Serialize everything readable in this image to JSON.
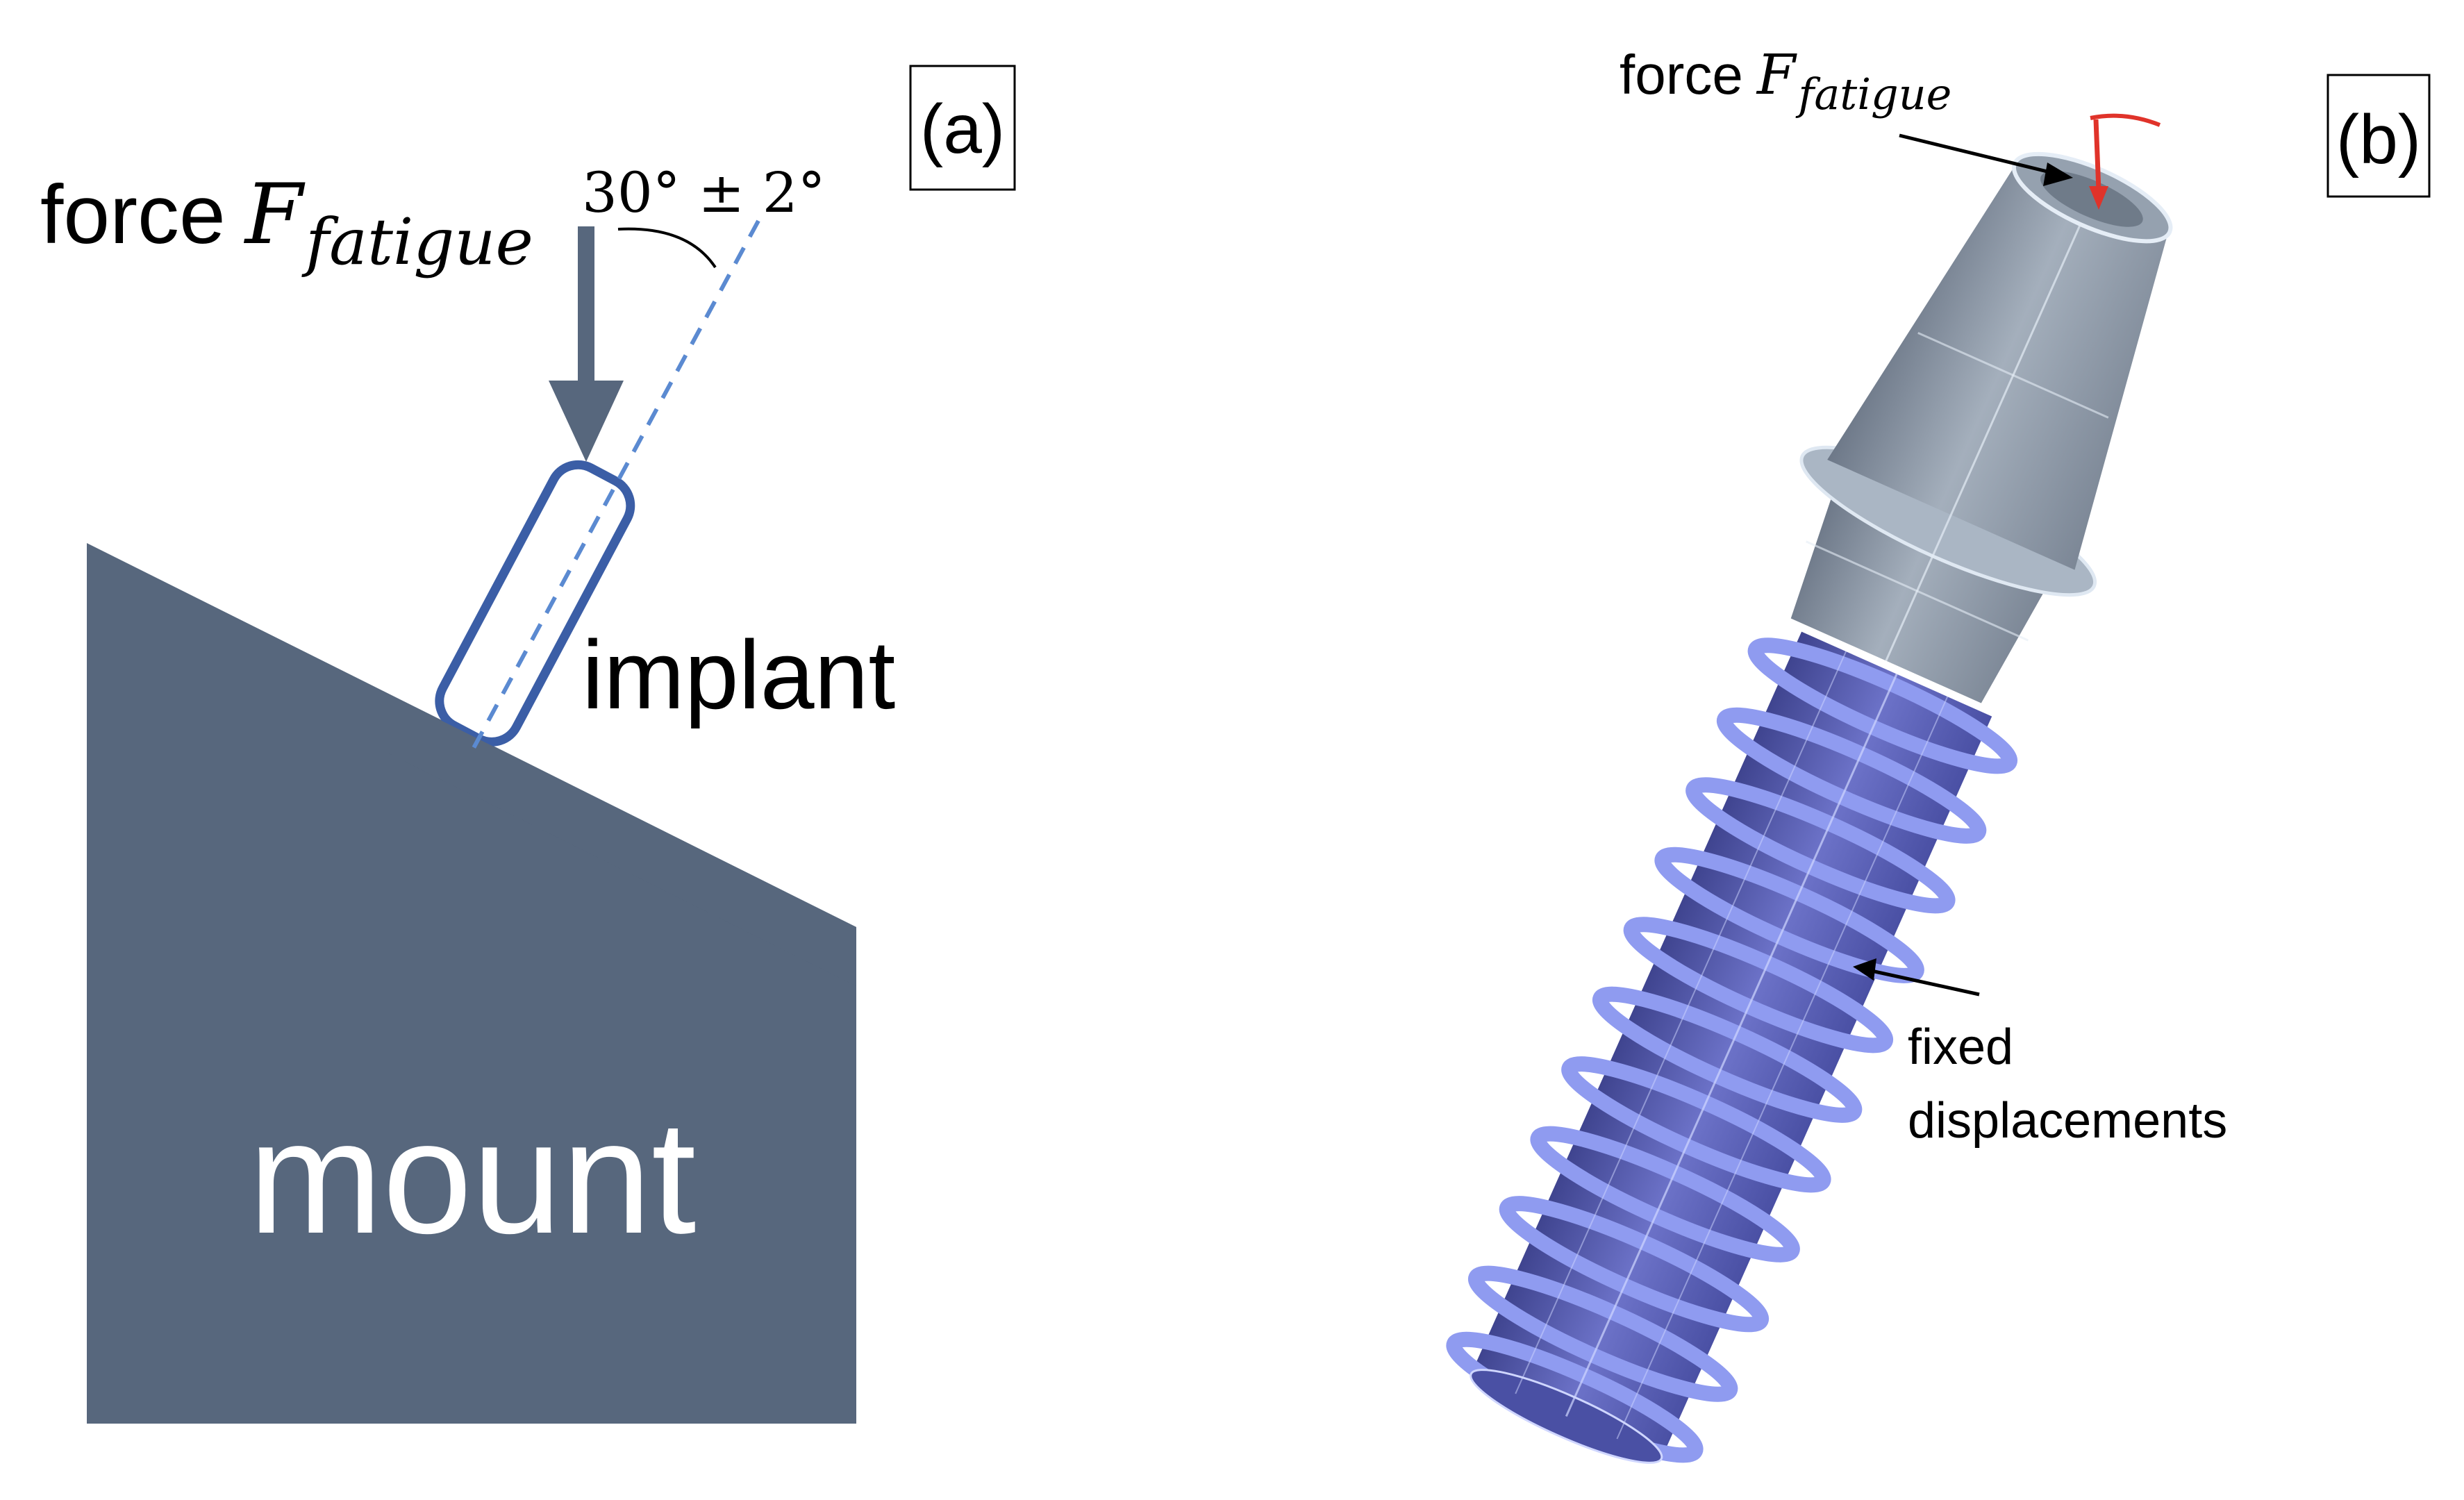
{
  "panel_a": {
    "tag": "(a)",
    "force_word": "force",
    "force_symbol": "F",
    "force_subscript": "fatigue",
    "angle": "30° ± 2°",
    "implant_label": "implant",
    "mount_label": "mount"
  },
  "panel_b": {
    "tag": "(b)",
    "force_word": "force",
    "force_symbol": "F",
    "force_subscript": "fatigue",
    "fixed_label_line1": "fixed",
    "fixed_label_line2": "displacements"
  },
  "colors": {
    "mount": "#57677d",
    "force_arrow": "#57677d",
    "implant_outline": "#3b5ea6",
    "axis_dash": "#5b8ad1",
    "abutment_grey": "#8c98a6",
    "thread_body": "#5a5fb0",
    "thread_highlight": "#8f9bf0",
    "load_marker": "#e0332a"
  }
}
